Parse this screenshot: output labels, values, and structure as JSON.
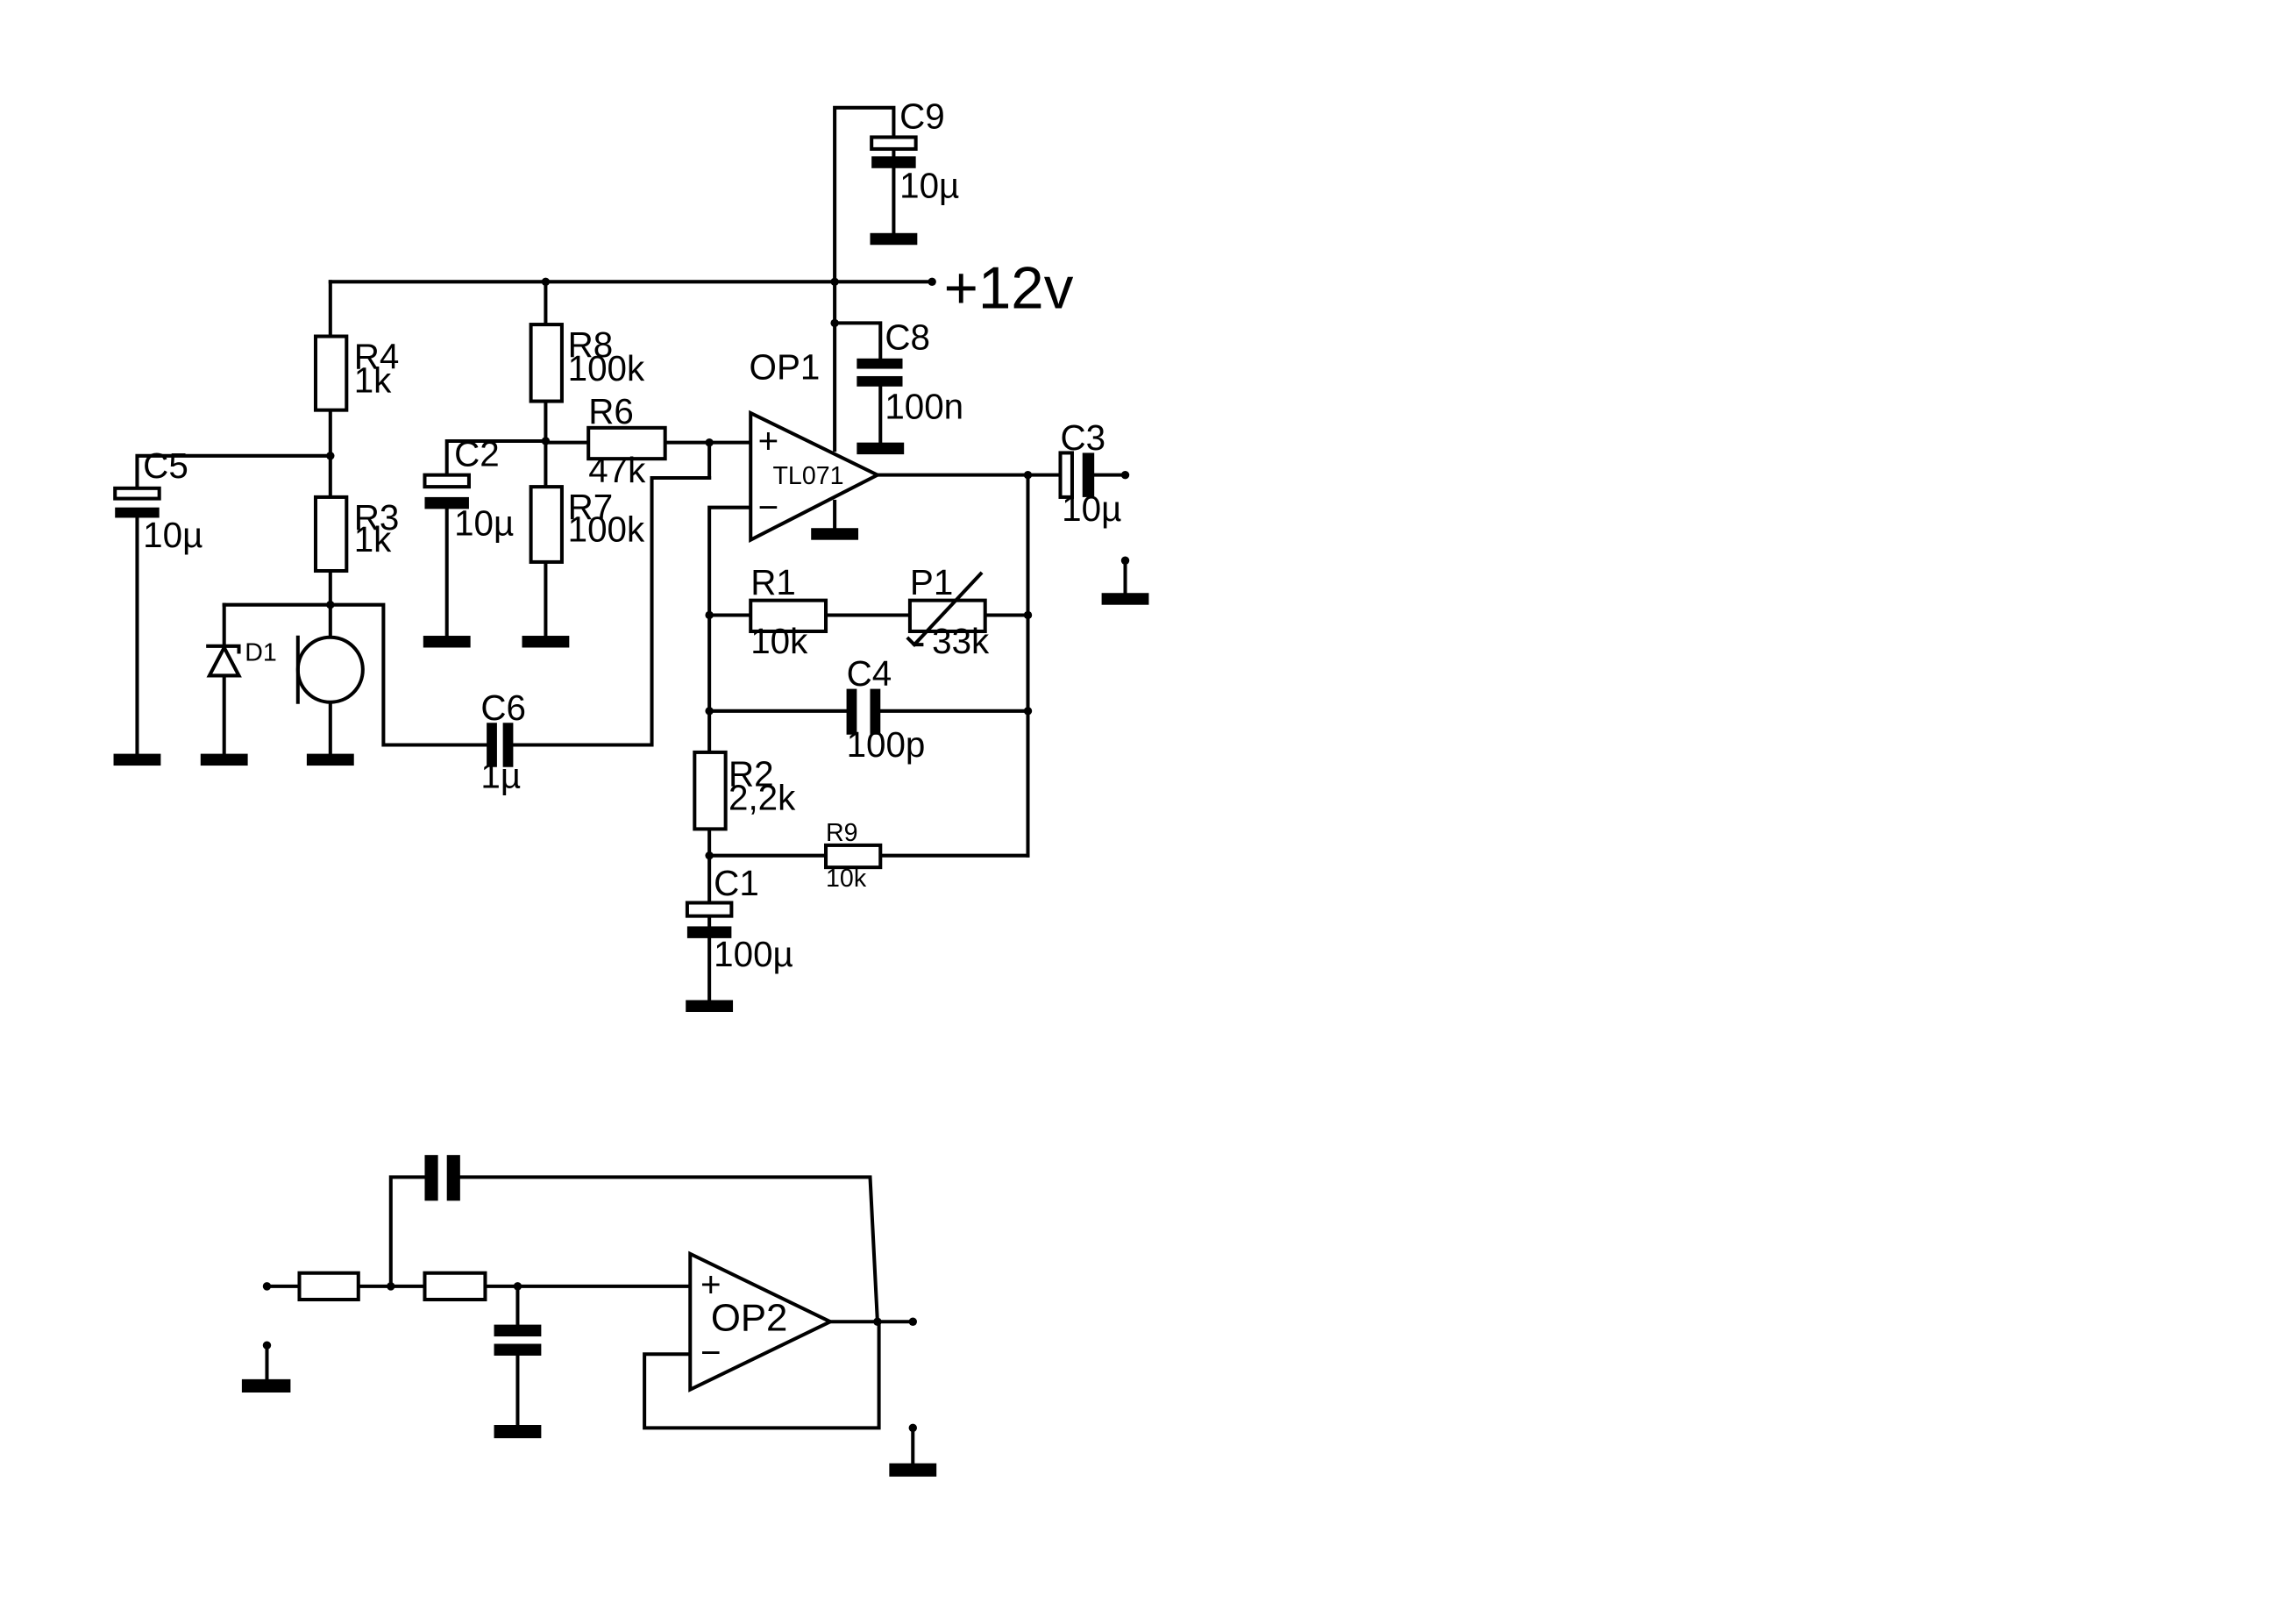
{
  "supply": {
    "label": "+12v"
  },
  "opamps": [
    {
      "ref": "OP1",
      "type": "TL071",
      "plus": "+",
      "minus": "−"
    },
    {
      "ref": "OP2",
      "plus": "+",
      "minus": "−"
    }
  ],
  "components": {
    "R1": {
      "ref": "R1",
      "value": "10k"
    },
    "R2": {
      "ref": "R2",
      "value": "2,2k"
    },
    "R3": {
      "ref": "R3",
      "value": "1k"
    },
    "R4": {
      "ref": "R4",
      "value": "1k"
    },
    "R6": {
      "ref": "R6",
      "value": "47k"
    },
    "R7": {
      "ref": "R7",
      "value": "100k"
    },
    "R8": {
      "ref": "R8",
      "value": "100k"
    },
    "R9": {
      "ref": "R9",
      "value": "10k"
    },
    "P1": {
      "ref": "P1",
      "value": "33k"
    },
    "C1": {
      "ref": "C1",
      "value": "100µ"
    },
    "C2": {
      "ref": "C2",
      "value": "10µ"
    },
    "C3": {
      "ref": "C3",
      "value": "10µ"
    },
    "C4": {
      "ref": "C4",
      "value": "100p"
    },
    "C5": {
      "ref": "C5",
      "value": "10µ"
    },
    "C6": {
      "ref": "C6",
      "value": "1µ"
    },
    "C8": {
      "ref": "C8",
      "value": "100n"
    },
    "C9": {
      "ref": "C9",
      "value": "10µ"
    },
    "D1": {
      "ref": "D1"
    }
  }
}
